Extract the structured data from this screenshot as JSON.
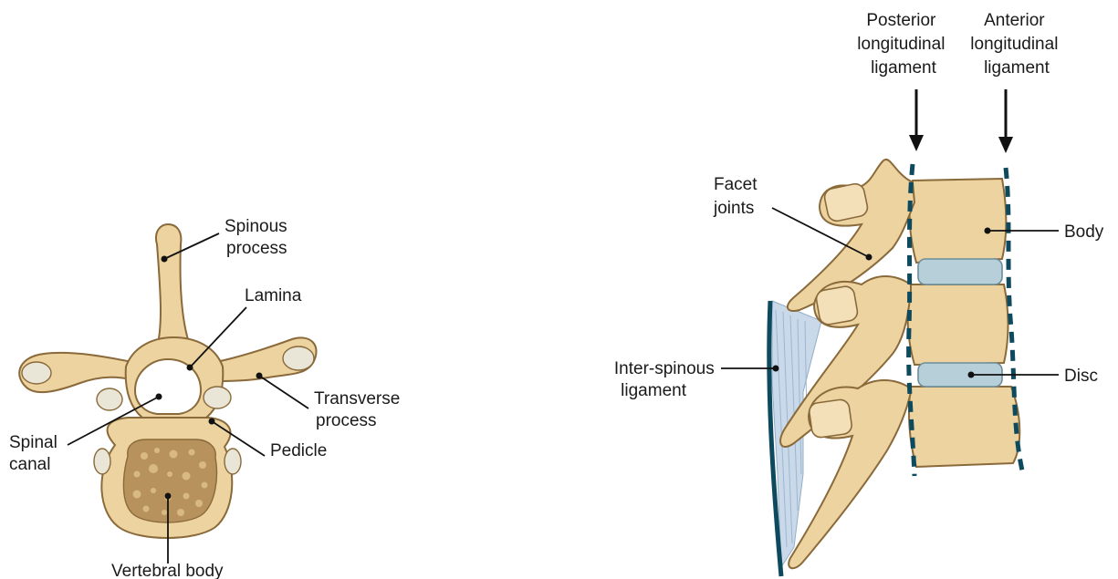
{
  "figure": {
    "left_panel": {
      "labels": {
        "spinous": [
          "Spinous",
          "process"
        ],
        "lamina": "Lamina",
        "transverse": [
          "Transverse",
          "process"
        ],
        "spinal_canal": [
          "Spinal",
          "canal"
        ],
        "pedicle": "Pedicle",
        "vertebral_body": "Vertebral body"
      }
    },
    "right_panel": {
      "labels": {
        "posterior": [
          "Posterior",
          "longitudinal",
          "ligament"
        ],
        "anterior": [
          "Anterior",
          "longitudinal",
          "ligament"
        ],
        "facet": [
          "Facet",
          "joints"
        ],
        "body": "Body",
        "interspinous": [
          "Inter-spinous",
          "ligament"
        ],
        "disc": "Disc"
      }
    },
    "colors": {
      "bone": "#ecd3a0",
      "bone_outline": "#8a6a3a",
      "disc": "#b7cfd8",
      "ligament_dashes": "#0d4a5e",
      "interspinous_ligament": "#c9d9ea"
    }
  }
}
